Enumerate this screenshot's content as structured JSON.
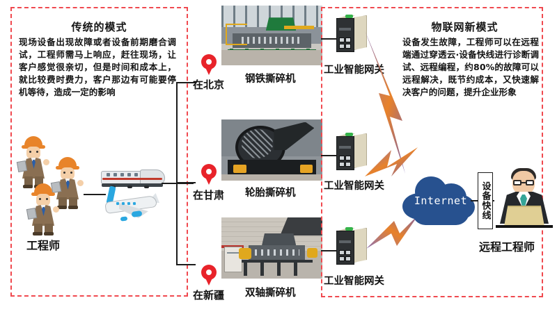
{
  "panels": {
    "left": {
      "title": "传统的模式",
      "body": "现场设备出现故障或者设备前期磨合调试，工程师需马上响应，赶往现场，让客户感觉很亲切，但是时间和成本上，就比较费时费力，客户那边有可能要停机等待，造成一定的影响"
    },
    "right": {
      "title": "物联网新模式",
      "body": "设备发生故障，工程师可以在远程端通过穿透云·设备快线进行诊断调试、远程编程，约80%的故障可以远程解决，既节约成本，又快速解决客户的问题，提升企业形象"
    }
  },
  "left_side": {
    "engineer_label": "工程师",
    "transport": [
      "high-speed-train-icon",
      "airplane-icon"
    ]
  },
  "sites": [
    {
      "pin_label": "在北京",
      "machine_label": "钢铁撕碎机",
      "gateway_label": "工业智能网关",
      "photo": "steel-shredder-photo"
    },
    {
      "pin_label": "在甘肃",
      "machine_label": "轮胎撕碎机",
      "gateway_label": "工业智能网关",
      "photo": "tire-shredder-photo"
    },
    {
      "pin_label": "在新疆",
      "machine_label": "双轴撕碎机",
      "gateway_label": "工业智能网关",
      "photo": "dual-shaft-shredder-photo"
    }
  ],
  "cloud": {
    "label": "Internet"
  },
  "service_box": {
    "label": "设备快线"
  },
  "remote": {
    "label": "远程工程师"
  },
  "colors": {
    "dashed_border": "#f0494f",
    "pin": "#e8232a",
    "cloud": "#27518f",
    "bolt_start": "#e8822a",
    "bolt_end": "#6f5aa8",
    "helmet": "#e8842a",
    "line": "#1c1c1c"
  }
}
